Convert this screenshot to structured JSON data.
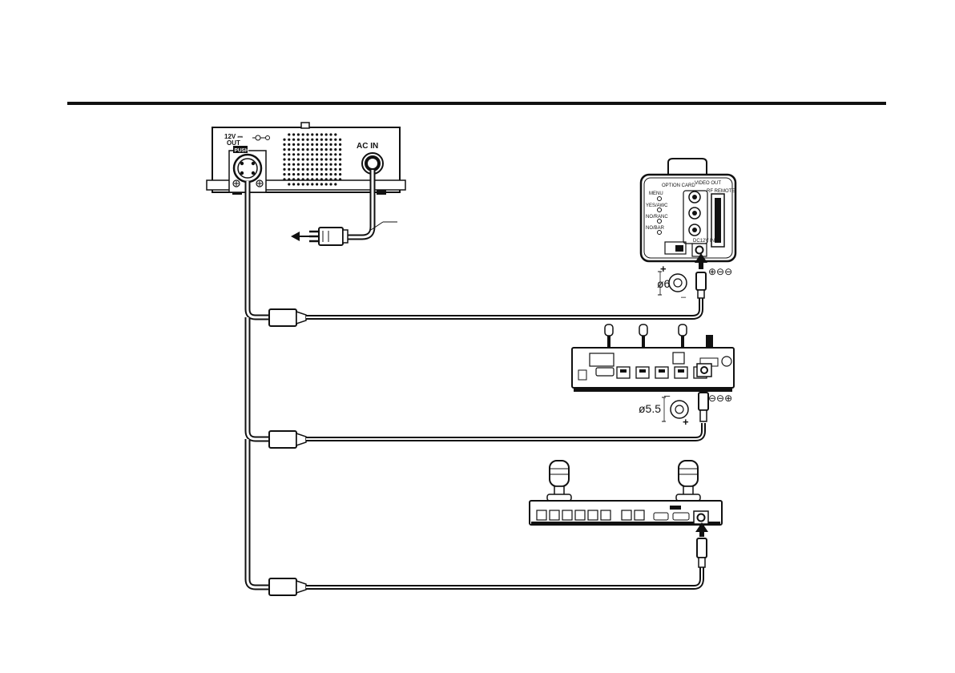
{
  "power_supply": {
    "output_label_line1": "12V ⎓",
    "output_label_line2": "OUT",
    "lock_label": "PUSH",
    "ac_in_label": "AC IN"
  },
  "camera": {
    "option_card_label": "OPTION CARD",
    "video_out_label": "VIDEO OUT",
    "remote_label": "RF REMOTE",
    "dc_in_label": "DC12V IN",
    "left_labels": [
      "MENU",
      "YES/AWC",
      "NO/RANC",
      "NO/BAR"
    ],
    "plug_diameter": "ø6.5",
    "plug_plus": "+",
    "plug_minus": "–",
    "polarity_symbol": "⊕⊖⊖"
  },
  "control_unit_small": {
    "plug_diameter": "ø5.5",
    "plug_minus": "–",
    "plug_plus": "+",
    "polarity_symbol": "⊖⊖⊕"
  },
  "icons": {
    "power_plug": "power-plug-icon",
    "arrow": "arrow-left-icon"
  }
}
